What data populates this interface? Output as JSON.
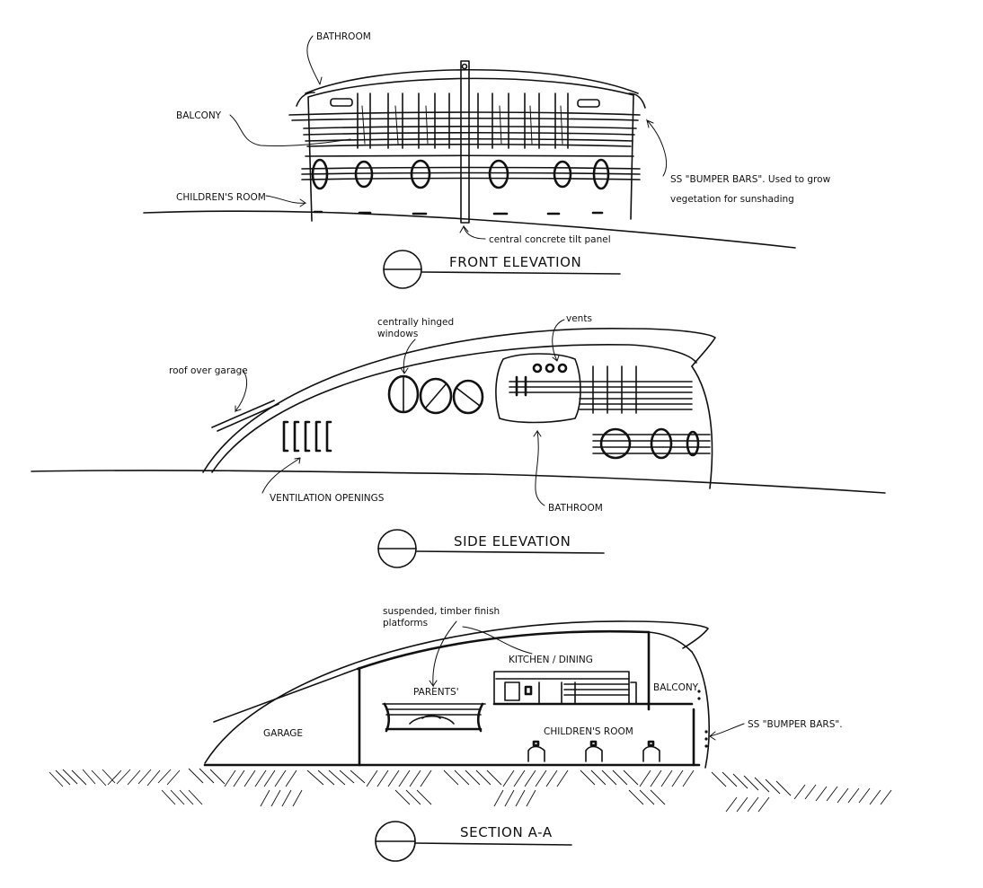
{
  "front": {
    "labels": {
      "bathroom": "BATHROOM",
      "balcony": "BALCONY",
      "childrens_room": "CHILDREN'S ROOM",
      "bumper_bars_1": "SS \"BUMPER BARS\". Used to grow",
      "bumper_bars_2": "vegetation for sunshading",
      "tilt_panel": "central concrete tilt panel"
    },
    "title": "FRONT ELEVATION"
  },
  "side": {
    "labels": {
      "hinged_1": "centrally hinged",
      "hinged_2": "windows",
      "vents": "vents",
      "roof_garage": "roof over garage",
      "ventilation": "VENTILATION OPENINGS",
      "bathroom": "BATHROOM"
    },
    "title": "SIDE ELEVATION"
  },
  "section": {
    "labels": {
      "platforms_1": "suspended, timber finish",
      "platforms_2": "platforms",
      "kitchen": "KITCHEN / DINING",
      "balcony": "BALCONY",
      "parents": "PARENTS'",
      "garage": "GARAGE",
      "childrens_room": "CHILDREN'S ROOM",
      "bumper_bars": "SS \"BUMPER BARS\"."
    },
    "title": "SECTION A-A"
  }
}
